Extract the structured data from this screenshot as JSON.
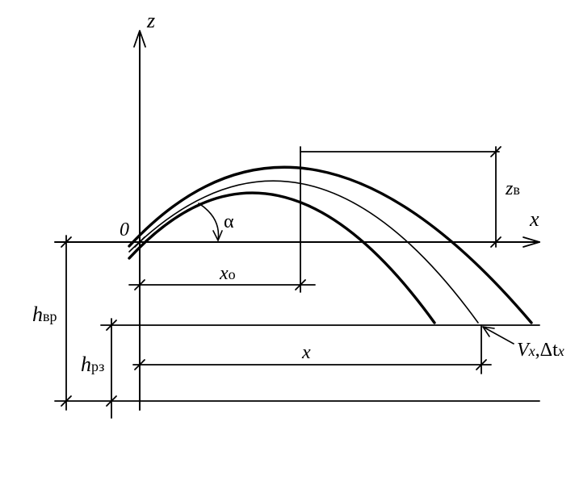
{
  "labels": {
    "z_axis": "z",
    "x_axis": "x",
    "origin": "0",
    "alpha": "α",
    "x0_main": "x",
    "x0_sub": "o",
    "zv_main": "z",
    "zv_sub": "в",
    "hvr_main": "h",
    "hvr_sub": "вр",
    "hrz_main": "h",
    "hrz_sub": "рз",
    "x_dist": "x",
    "vx_V": "V",
    "vx_x1": "x",
    "vx_mid": ",Δt",
    "vx_x2": "x"
  },
  "colors": {
    "stroke": "#000000"
  }
}
